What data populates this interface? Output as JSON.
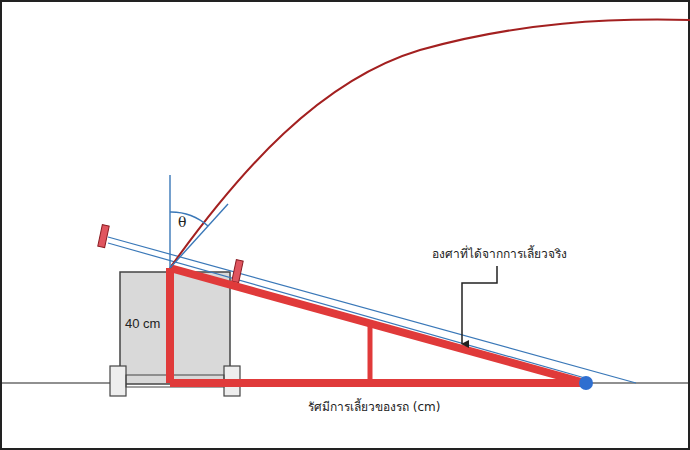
{
  "diagram": {
    "labels": [
      "θ",
      "40 cm",
      "องศาที่ได้จากการเลี้ยวจริง",
      "รัศมีการเลี้ยวของรถ (cm)"
    ]
  }
}
